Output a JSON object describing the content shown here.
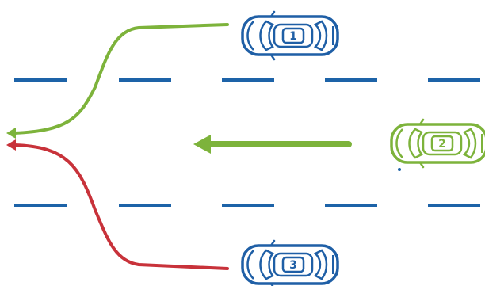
{
  "colors": {
    "background": "#ffffff",
    "lane_marking": "#1d63a8",
    "car_blue": "#1f5fa6",
    "car_green": "#7db33b",
    "path_green": "#7db33b",
    "path_red": "#c8323a",
    "arrow_green": "#7db33b"
  },
  "cars": [
    {
      "label": "1",
      "color_key": "car_blue",
      "icon": "car-icon"
    },
    {
      "label": "2",
      "color_key": "car_green",
      "icon": "car-icon"
    },
    {
      "label": "3",
      "color_key": "car_blue",
      "icon": "car-icon"
    }
  ],
  "paths": [
    {
      "from_car": "1",
      "color_key": "path_green",
      "icon": "arrow-left-icon"
    },
    {
      "from_car": "3",
      "color_key": "path_red",
      "icon": "arrow-left-icon"
    }
  ],
  "straight_arrow": {
    "from_car": "2",
    "color_key": "arrow_green",
    "icon": "arrow-left-icon"
  }
}
